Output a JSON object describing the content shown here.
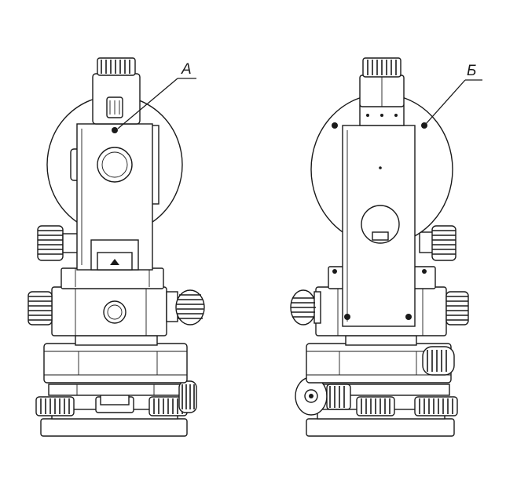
{
  "figure": {
    "views": [
      {
        "id": "front",
        "label": "А"
      },
      {
        "id": "back",
        "label": "Б"
      }
    ]
  }
}
